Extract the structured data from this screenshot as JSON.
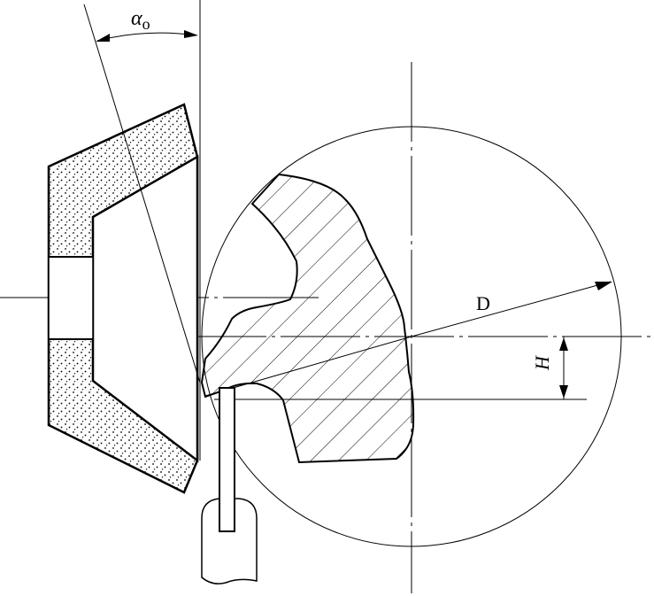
{
  "labels": {
    "alpha": "α",
    "alpha_sub": "o",
    "diameter": "D",
    "height": "H"
  },
  "colors": {
    "ink": "#000000",
    "paper": "#ffffff"
  }
}
